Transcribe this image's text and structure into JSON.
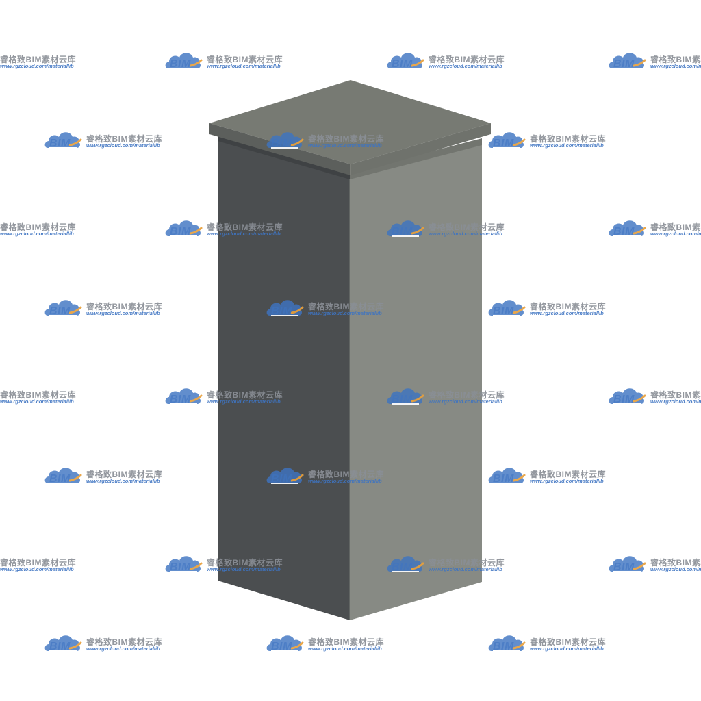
{
  "image": {
    "subject": "cabinet-3d-render",
    "colors": {
      "background": "#ffffff",
      "front_face": "#4b4e50",
      "side_face": "#878a84",
      "top_face": "#777a73",
      "lid_edge_front": "#5a5d5a",
      "lid_edge_side": "#6e716b",
      "watermark_text": "#8a8f96",
      "watermark_blue": "#3e74c2",
      "watermark_orange": "#e8a03c"
    }
  },
  "watermark": {
    "logo_text": "BIM",
    "title": "睿格致BIM素材云库",
    "url": "www.rgzcloud.com/materiallib",
    "icon": "cloud-logo-icon"
  }
}
